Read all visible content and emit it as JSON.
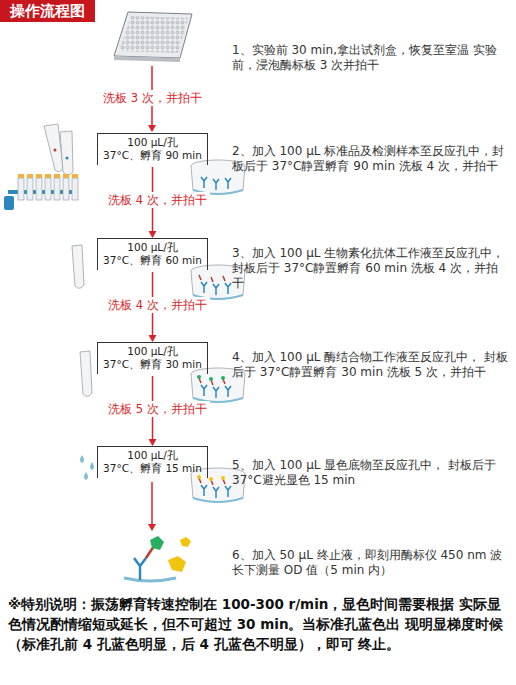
{
  "diagram": {
    "title": "操作流程图",
    "nodes": [
      {
        "text": [
          "100 μL/孔",
          "37°C、孵育 90 min"
        ]
      },
      {
        "text": [
          "100 μL/孔",
          "37°C、孵育 60 min"
        ]
      },
      {
        "text": [
          "100 μL/孔",
          "37°C、孵育 30 min"
        ]
      },
      {
        "text": [
          "100 μL/孔",
          "37°C、孵育 15 min"
        ]
      }
    ],
    "edges": [
      {
        "from": 0,
        "to": 1,
        "arrow": "to",
        "label": "洗板 4 次，并拍干"
      },
      {
        "from": 1,
        "to": 2,
        "arrow": "to",
        "label": "洗板 4 次，并拍干"
      },
      {
        "from": 2,
        "to": 3,
        "arrow": "to",
        "label": "洗板 5 次，并拍干"
      }
    ],
    "labels": [
      "洗板 3 次，并拍干",
      "1、实验前 30 min,拿出试剂盒，恢复至室温 实验前，浸泡酶标板 3 次并拍干",
      "2、加入 100 μL 标准品及检测样本至反应孔中，封 板后于 37°C静置孵育 90 min 洗板 4 次，并拍干",
      "3、加入 100 μL 生物素化抗体工作液至反应孔中， 封板后于 37°C静置孵育 60 min 洗板 4 次，并拍干",
      "4、加入 100 μL 酶结合物工作液至反应孔中， 封板后于 37°C静置孵育 30 min 洗板 5 次，并拍干",
      "5、加入 100 μL 显色底物至反应孔中， 封板后于 37°C避光显色 15 min",
      "6、加入 50 μL 终止液，即刻用酶标仪 450 nm 波 长下测量 OD 值（5 min 内）",
      "※特别说明：振荡孵育转速控制在 100-300 r/min，显色时间需要根据 实际显色情况酌情缩短或延长，但不可超过 30 min。当标准孔蓝色出 现明显梯度时候（标准孔前 4 孔蓝色明显，后 4 孔蓝色不明显），即可 终止。"
    ]
  }
}
